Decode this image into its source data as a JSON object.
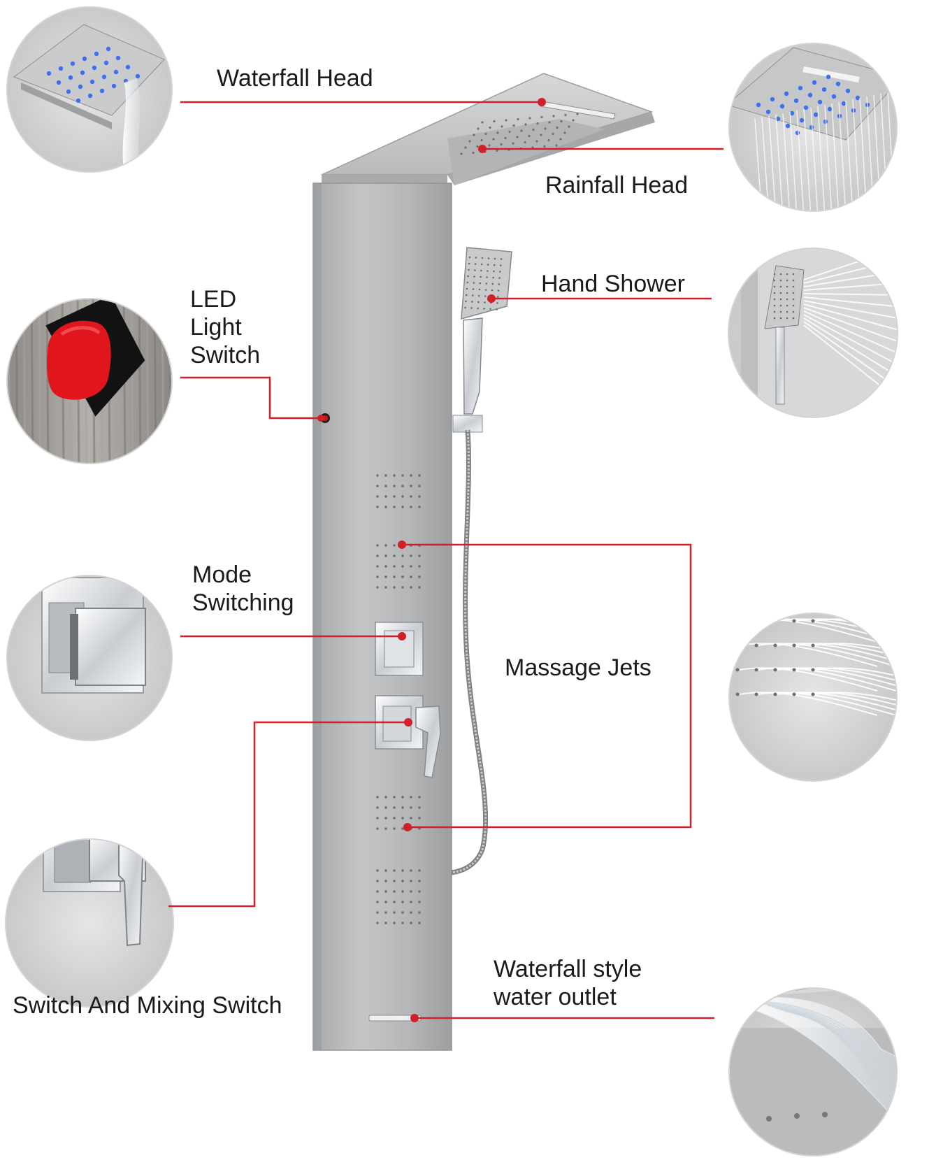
{
  "labels": {
    "waterfall_head": "Waterfall  Head",
    "rainfall_head": "Rainfall Head",
    "hand_shower": "Hand Shower",
    "led_switch": [
      "LED",
      "Light",
      "Switch"
    ],
    "mode_switching": [
      "Mode",
      "Switching"
    ],
    "massage_jets": "Massage Jets",
    "mixing_switch": "Switch And Mixing Switch",
    "waterfall_outlet": [
      "Waterfall style",
      "water outlet"
    ]
  },
  "colors": {
    "leader_line": "#d0202a",
    "panel": "#b9bbbd",
    "chrome": "#e9ecef",
    "led_button": "#e3141c",
    "led_blue": "#3d6ff2",
    "background": "#ffffff"
  }
}
